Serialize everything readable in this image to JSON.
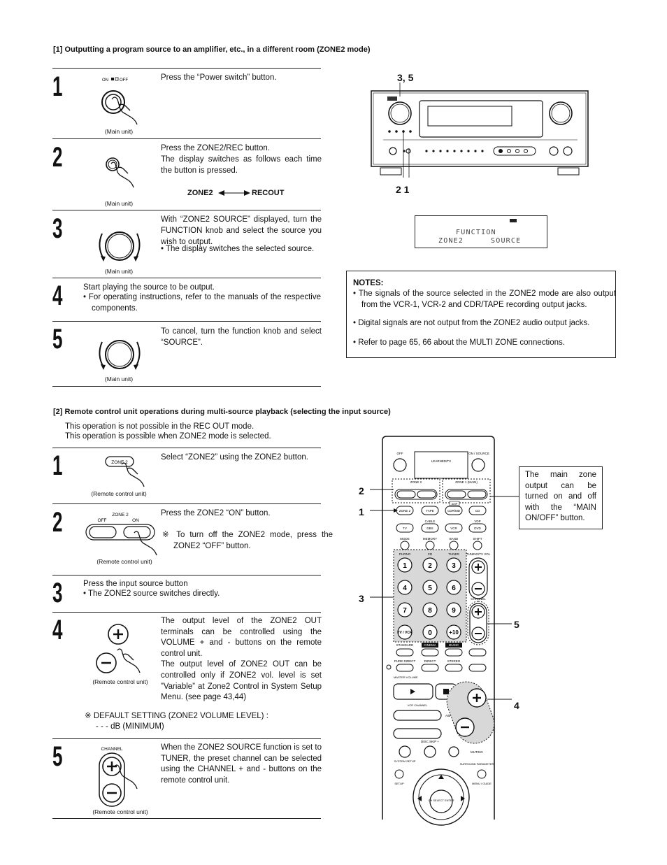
{
  "section1": {
    "heading": "[1] Outputting a program source to an amplifier, etc., in a different room (ZONE2 mode)",
    "steps": [
      {
        "num": "1",
        "text": "Press the “Power switch” button.",
        "caption": "(Main unit)",
        "power_label": "ON",
        "power_label_off": "OFF"
      },
      {
        "num": "2",
        "text": "Press the ZONE2/REC button.\nThe display switches as follows each time the button is pressed.",
        "caption": "(Main unit)",
        "left_label": "ZONE2",
        "right_label": "RECOUT"
      },
      {
        "num": "3",
        "text": "With “ZONE2 SOURCE” displayed, turn the FUNCTION knob and select the source you wish to output.",
        "bullet": "• The display switches the selected source.",
        "caption": "(Main unit)"
      },
      {
        "num": "4",
        "text": "Start playing the source to be output.",
        "bullet": "• For operating instructions, refer to the manuals of the respective components."
      },
      {
        "num": "5",
        "text": "To cancel, turn the function knob and select “SOURCE”.",
        "caption": "(Main unit)"
      }
    ],
    "callouts": {
      "top": "3, 5",
      "bottom": "2 1"
    },
    "lcd": {
      "line1": "FUNCTION",
      "line2a": "ZONE2",
      "line2b": "SOURCE"
    },
    "notes": {
      "title": "NOTES:",
      "items": [
        "• The signals of the source selected in the ZONE2 mode are also output from the VCR-1, VCR-2 and CDR/TAPE recording output jacks.",
        "• Digital signals are not output from the ZONE2 audio output jacks.",
        "• Refer to page 65, 66 about the MULTI ZONE connections."
      ]
    }
  },
  "section2": {
    "heading": "[2] Remote control unit operations during multi-source playback (selecting the input source)",
    "intro1": "This operation is not possible in the REC OUT mode.",
    "intro2": "This operation is possible when ZONE2 mode is selected.",
    "steps": [
      {
        "num": "1",
        "text": "Select “ZONE2” using the ZONE2 button.",
        "caption": "(Remote control unit)",
        "button_label": "ZONE 2"
      },
      {
        "num": "2",
        "text": "Press the ZONE2 “ON” button.",
        "note": "※ To turn off the ZONE2 mode, press the ZONE2 “OFF” button.",
        "caption": "(Remote control unit)",
        "group_label": "ZONE 2",
        "off_label": "OFF",
        "on_label": "ON"
      },
      {
        "num": "3",
        "text": "Press the input source button",
        "bullet": "• The ZONE2 source switches directly."
      },
      {
        "num": "4",
        "text": "The output level of the ZONE2 OUT terminals can be controlled using the VOLUME + and - buttons on the remote control unit.\nThe output level of ZONE2 OUT can be controlled only if ZONE2 vol. level is set ”Variable” at Zone2 Control in System Setup Menu. (see page 43,44)",
        "caption": "(Remote control unit)",
        "default1": "※ DEFAULT SETTING (ZONE2 VOLUME LEVEL) :",
        "default2": "- - - dB (MINIMUM)"
      },
      {
        "num": "5",
        "text": "When the ZONE2 SOURCE function is set to TUNER, the preset channel can be selected using the CHANNEL + and - buttons on the remote control unit.",
        "caption": "(Remote control unit)",
        "channel_label": "CHANNEL"
      }
    ],
    "side_note": "The main zone output can be turned on and off with the “MAIN ON/OFF” button.",
    "callouts": [
      "2",
      "1",
      "3",
      "5",
      "4"
    ],
    "remote_labels": {
      "off": "OFF",
      "on_source": "ON / SOURCE",
      "learned": "LEARNED/TX",
      "zone2": "ZONE 2",
      "zone1": "ZONE 1 (MAIN)",
      "amp": "AMP",
      "tv": "TV",
      "tape": "TAPE",
      "cdrmd": "CDR/MD",
      "cd": "CD",
      "cable": "CABLE",
      "dbs": "DBS",
      "vcr": "VCR",
      "dvd": "DVD",
      "vdp": "VDP",
      "mode": "MODE",
      "memory": "MEMORY",
      "band": "BAND",
      "shift": "SHIFT",
      "phono": "PHONO",
      "cd2": "CD",
      "tuner": "TUNER",
      "tuning": "TUNING/TV VOL",
      "k1": "1",
      "k2": "2",
      "k3": "3",
      "k4": "4",
      "k5": "5",
      "k6": "6",
      "k7": "7",
      "k8": "8",
      "k9": "9",
      "k0": "0",
      "ktv": "TV / VCR",
      "k10": "+10",
      "channel": "CHANNEL",
      "standard": "STANDARD",
      "cinema": "CINEMA",
      "music": "MUSIC",
      "puredirect": "PURE DIRECT",
      "direct": "DIRECT",
      "stereo": "STEREO",
      "mastervol": "MASTER VOLUME",
      "vcrchannel": "VCR CHANNEL",
      "mute": "MUTING",
      "disc": "DISC SKIP +",
      "sys": "SYSTEM SETUP",
      "surr": "SURROUND PARAMETER",
      "setup": "SETUP",
      "menu": "MENU / GUIDE",
      "enter": "CH SELECT ENTER",
      "ab": "A/B"
    }
  }
}
